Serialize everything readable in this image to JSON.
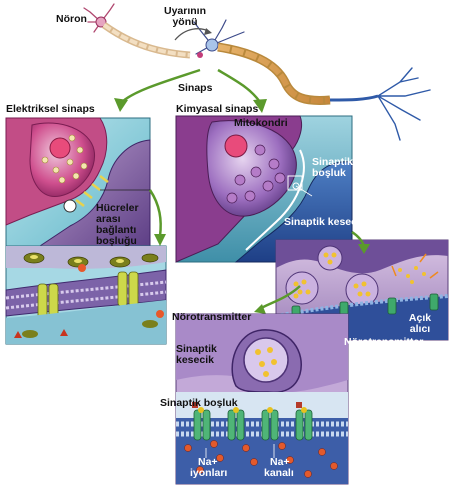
{
  "labels": {
    "neuron": "Nöron",
    "stimulus_direction_1": "Uyarının",
    "stimulus_direction_2": "yönü",
    "synapse": "Sinaps",
    "electrical_synapse": "Elektriksel sinaps",
    "chemical_synapse": "Kimyasal sinaps",
    "mitochondria": "Mitokondri",
    "synaptic_cleft_1": "Sinaptik",
    "synaptic_cleft_2": "boşluk",
    "gap_junction_1": "Hücreler",
    "gap_junction_2": "arası",
    "gap_junction_3": "bağlantı",
    "gap_junction_4": "boşluğu",
    "synaptic_vesicle": "Sinaptik kesecik",
    "neurotransmitter_top": "Nörotransmitter",
    "open_receptor_1": "Açık",
    "open_receptor_2": "alıcı",
    "neurotransmitter_right": "Nörotransmitter",
    "synaptic_vesicle_small_1": "Sinaptik",
    "synaptic_vesicle_small_2": "kesecik",
    "synaptic_cleft_small": "Sinaptik boşluk",
    "na_ions_1": "Na+",
    "na_ions_2": "iyonları",
    "na_channel_1": "Na+",
    "na_channel_2": "kanalı"
  }
}
